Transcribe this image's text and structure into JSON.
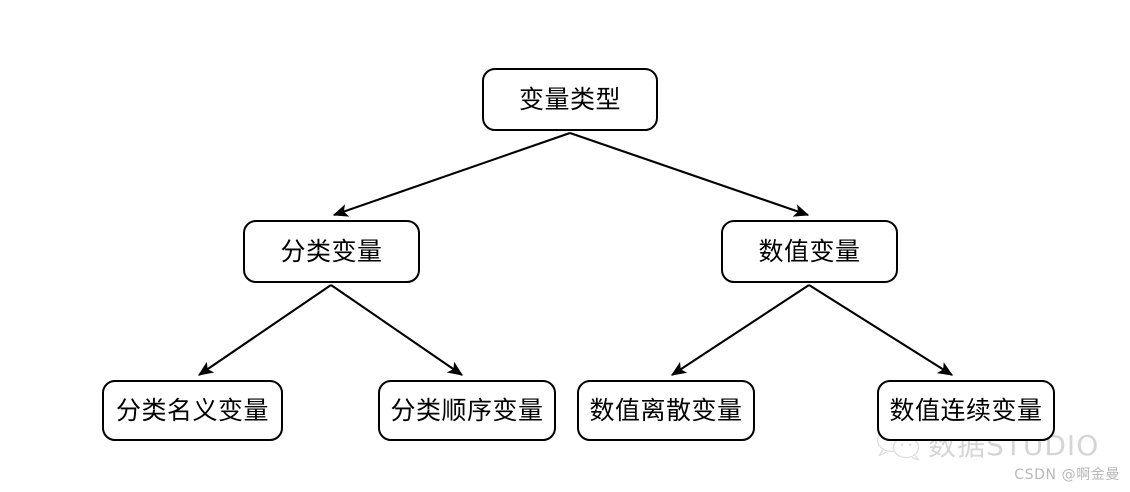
{
  "diagram": {
    "type": "tree",
    "title": "",
    "nodes": [
      {
        "id": "root",
        "label": "变量类型",
        "level": 0
      },
      {
        "id": "categorical",
        "label": "分类变量",
        "level": 1
      },
      {
        "id": "numeric",
        "label": "数值变量",
        "level": 1
      },
      {
        "id": "nominal",
        "label": "分类名义变量",
        "level": 2
      },
      {
        "id": "ordinal",
        "label": "分类顺序变量",
        "level": 2
      },
      {
        "id": "discrete",
        "label": "数值离散变量",
        "level": 2
      },
      {
        "id": "continuous",
        "label": "数值连续变量",
        "level": 2
      }
    ],
    "edges": [
      {
        "from": "root",
        "to": "categorical"
      },
      {
        "from": "root",
        "to": "numeric"
      },
      {
        "from": "categorical",
        "to": "nominal"
      },
      {
        "from": "categorical",
        "to": "ordinal"
      },
      {
        "from": "numeric",
        "to": "discrete"
      },
      {
        "from": "numeric",
        "to": "continuous"
      }
    ],
    "style": {
      "node_border_color": "#000000",
      "node_fill_color": "#ffffff",
      "edge_color": "#000000",
      "background_color": "#ffffff",
      "arrowhead": "filled-triangle"
    }
  },
  "watermark": {
    "icon": "wechat-icon",
    "brand": "数据STUDIO",
    "credit": "CSDN @啊金曼"
  }
}
